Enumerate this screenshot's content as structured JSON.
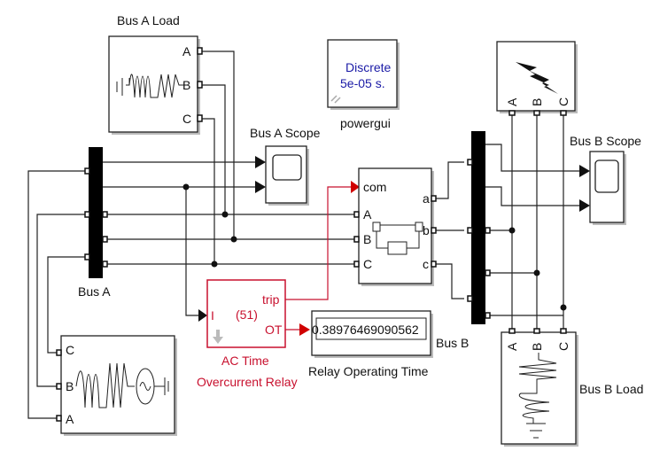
{
  "diagram": {
    "type": "simulink-power-system",
    "blocks": {
      "bus_a_load": {
        "label": "Bus A Load",
        "ports": [
          "A",
          "B",
          "C"
        ]
      },
      "powergui": {
        "label": "powergui",
        "line1": "Discrete",
        "line2": "5e-05 s."
      },
      "fault": {
        "ports": [
          "A",
          "B",
          "C"
        ]
      },
      "bus_a_scope": {
        "label": "Bus A Scope"
      },
      "bus_b_scope": {
        "label": "Bus B Scope"
      },
      "bus_a": {
        "label": "Bus A"
      },
      "bus_b": {
        "label": "Bus B"
      },
      "breaker": {
        "ports_in": [
          "com",
          "A",
          "B",
          "C"
        ],
        "ports_out": [
          "a",
          "b",
          "c"
        ]
      },
      "relay": {
        "label_line1": "AC Time",
        "label_line2": "Overcurrent Relay",
        "center": "(51)",
        "in": "I",
        "out_trip": "trip",
        "out_ot": "OT"
      },
      "display": {
        "label": "Relay Operating Time",
        "value": "0.38976469090562"
      },
      "source": {
        "ports": [
          "C",
          "B",
          "A"
        ]
      },
      "bus_b_load": {
        "label": "Bus B Load",
        "ports": [
          "A",
          "B",
          "C"
        ]
      }
    },
    "colors": {
      "relay": "#c8102e",
      "powergui_text": "#1a1aa6",
      "wire": "#222222"
    }
  }
}
